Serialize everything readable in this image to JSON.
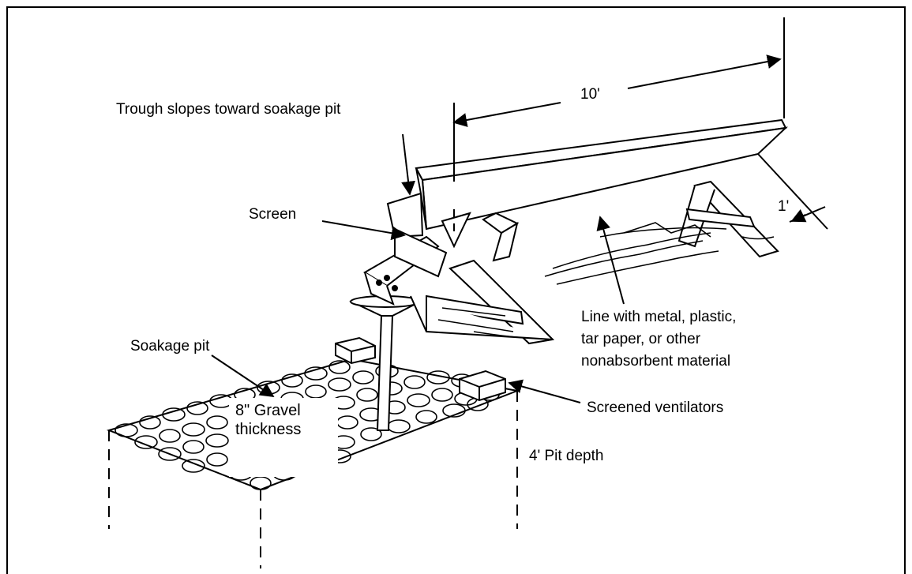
{
  "labels": {
    "trough_slope": "Trough slopes toward soakage pit",
    "length": "10'",
    "width": "1'",
    "screen": "Screen",
    "liner_1": "Line with metal, plastic,",
    "liner_2": "tar paper, or other",
    "liner_3": "nonabsorbent material",
    "soakage_pit": "Soakage pit",
    "ventilators": "Screened ventilators",
    "gravel_1": "8\" Gravel",
    "gravel_2": "thickness",
    "pit_depth": "4' Pit depth"
  },
  "colors": {
    "ink": "#000000",
    "paper": "#ffffff"
  }
}
